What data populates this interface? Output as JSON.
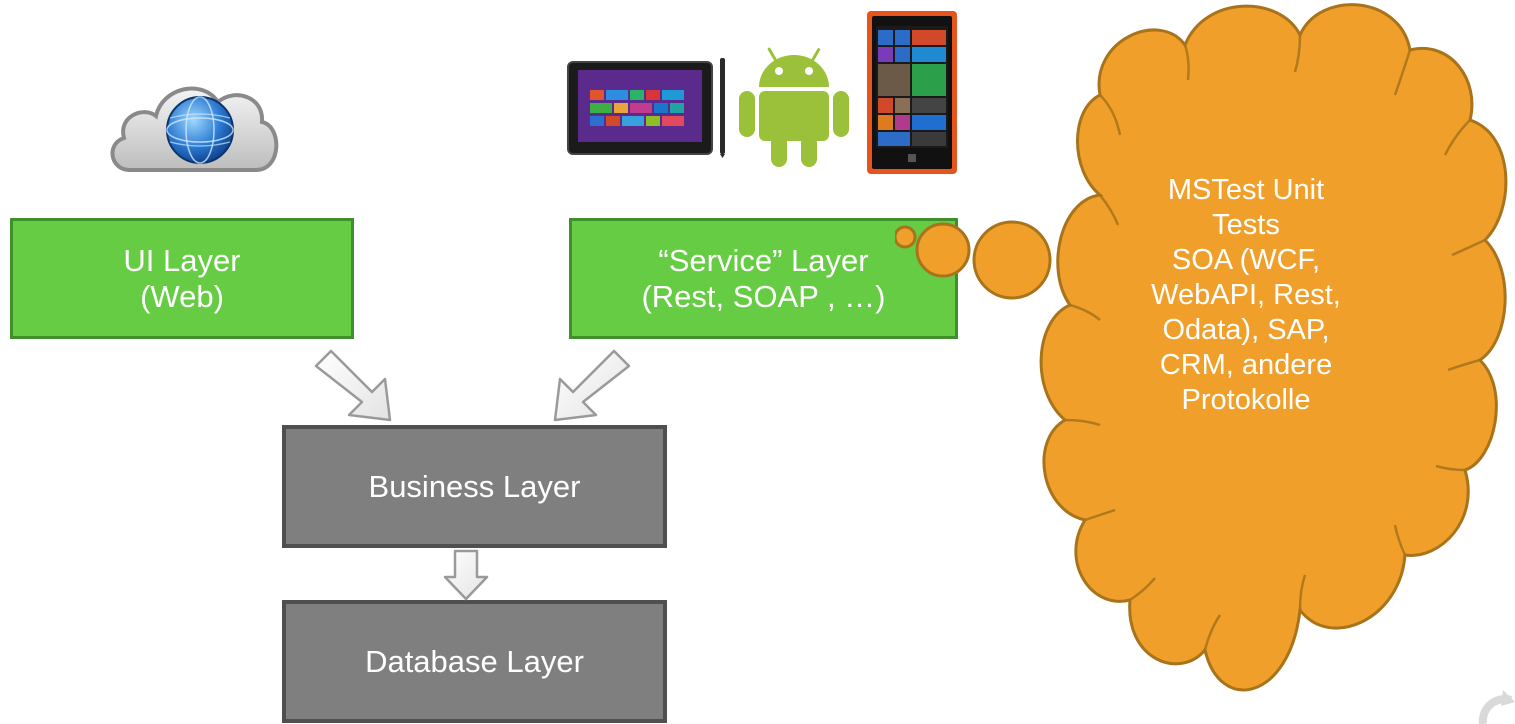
{
  "layers": {
    "ui": {
      "lines": [
        "UI Layer",
        "(Web)"
      ]
    },
    "service": {
      "lines": [
        "“Service” Layer",
        "(Rest, SOAP , …)"
      ]
    },
    "business": {
      "lines": [
        "Business Layer"
      ]
    },
    "database": {
      "lines": [
        "Database Layer"
      ]
    }
  },
  "callout": {
    "lines": [
      "MSTest Unit",
      "Tests",
      "SOA (WCF,",
      "WebAPI, Rest,",
      "Odata), SAP,",
      "CRM, andere",
      "Protokolle"
    ]
  },
  "icons": {
    "web": "cloud-globe-icon",
    "tablet": "windows-tablet-icon",
    "android": "android-robot-icon",
    "phone": "windows-phone-icon",
    "corner": "refresh-cycle-icon"
  },
  "colors": {
    "green_box": "#66cc44",
    "grey_box": "#7f7f7f",
    "callout_fill": "#f0a02a",
    "callout_stroke": "#a8731a"
  }
}
